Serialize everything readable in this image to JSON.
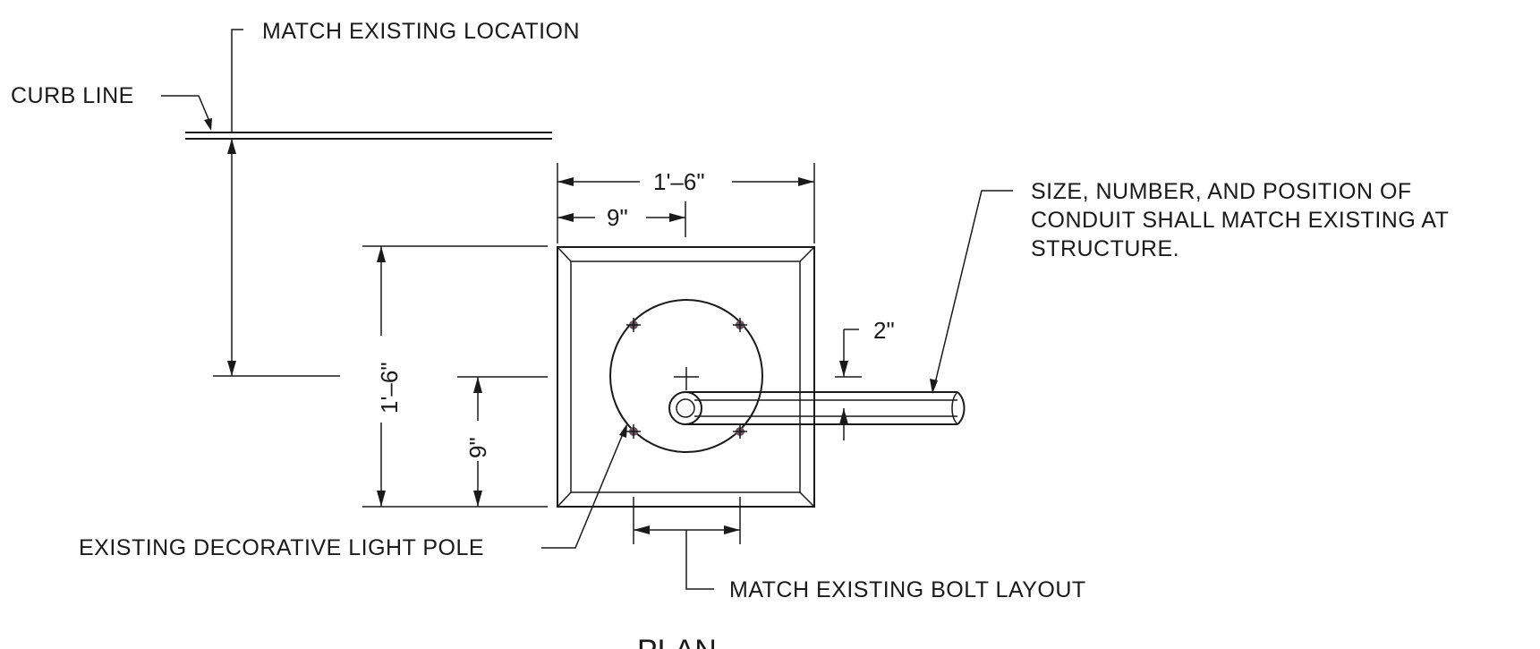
{
  "labels": {
    "match_existing_location": "MATCH EXISTING LOCATION",
    "curb_line": "CURB LINE",
    "conduit_line1": "SIZE, NUMBER, AND POSITION OF",
    "conduit_line2": "CONDUIT SHALL MATCH EXISTING AT",
    "conduit_line3": "STRUCTURE.",
    "existing_pole": "EXISTING DECORATIVE LIGHT POLE",
    "bolt_layout": "MATCH EXISTING BOLT LAYOUT",
    "title": "PLAN"
  },
  "dimensions": {
    "width_total": "1'–6\"",
    "width_half": "9\"",
    "height_total": "1'–6\"",
    "height_half": "9\"",
    "conduit_offset": "2\""
  }
}
